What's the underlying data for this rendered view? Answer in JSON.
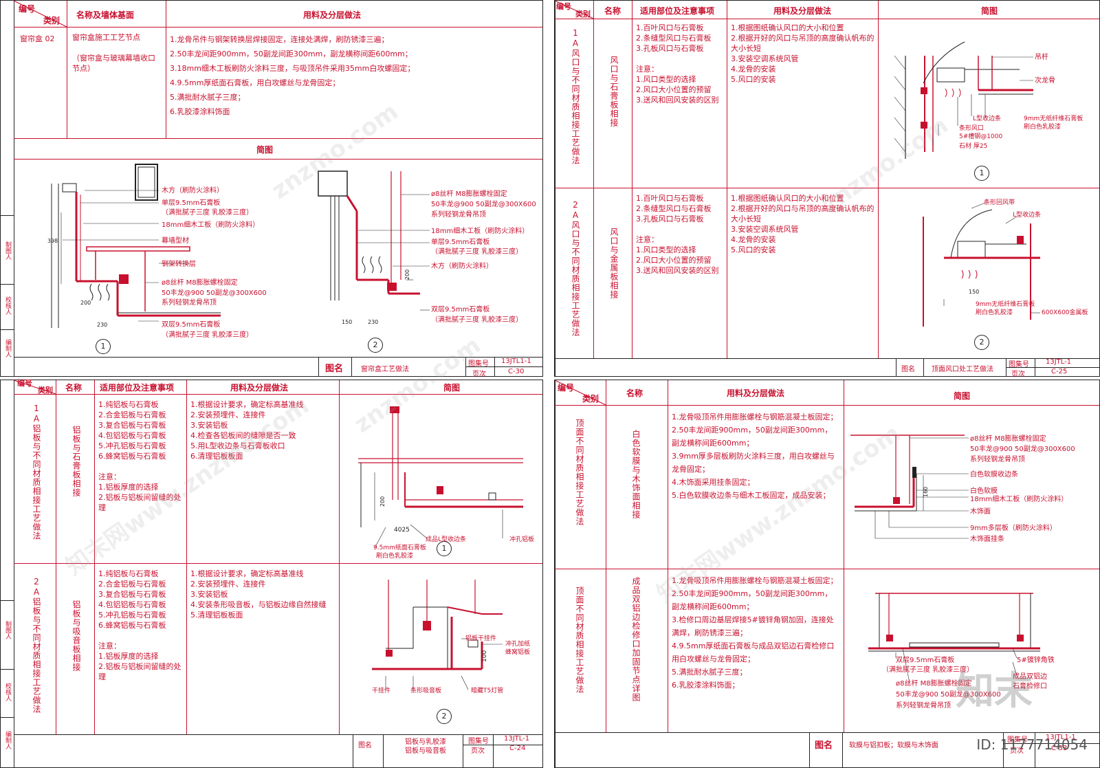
{
  "common": {
    "col_id": "编号",
    "col_cat": "类别",
    "col_name": "名称",
    "col_name_base": "名称及墙体基面",
    "col_scope": "适用部位及注意事项",
    "col_method": "用料及分层做法",
    "col_diagram": "简图",
    "side_draw": "制图人",
    "side_check": "校核人",
    "side_make": "编制人",
    "tuming": "图名",
    "tujihao": "图集号",
    "yeci": "页次",
    "atlas": "13JTL1-1",
    "atlas2": "13JTL-1",
    "n1": "1",
    "n2": "2"
  },
  "p1": {
    "id": "窗帘盒 02",
    "name": "窗帘盒施工工艺节点\n\n（窗帘盒与玻璃幕墙收口节点）",
    "method": "1.龙骨吊件与钢架转换层焊接固定，连接处满焊，刷防锈漆三遍；\n2.50丰龙间距900mm，50副龙间距300mm，副龙横称间距600mm；\n3.18mm细木工板刷防火涂料三度，与吸顶吊件采用35mm白攻螺固定；\n4.9.5mm厚纸面石膏板，用白攻螺丝与龙骨固定；\n5.满批耐水腻子三度；\n6.乳胶漆涂料饰面",
    "d1": [
      "木方（刷防火涂料）",
      "单层9.5mm石膏板",
      "（满批腻子三度 乳胶漆三度）",
      "18mm细木工板（刷防火涂料）",
      "幕墙型材",
      "钢架转换层",
      "ø8丝杆 M8膨胀螺栓固定",
      "50丰龙@900  50副龙@300X600",
      "系列轻钢龙骨吊顶",
      "双层9.5mm石膏板",
      "（满批腻子三度 乳胶漆三度）"
    ],
    "d1dim": [
      "398",
      "200",
      "230"
    ],
    "d2": [
      "ø8丝杆 M8膨胀螺栓固定",
      "50丰龙@900  50副龙@300X600",
      "系列轻钢龙骨吊顶",
      "18mm细木工板（刷防火涂料）",
      "单层9.5mm石膏板",
      "（满批腻子三度 乳胶漆三度）",
      "木方（刷防火涂料）",
      "双层9.5mm石膏板",
      "（满批腻子三度 乳胶漆三度）"
    ],
    "d2dim": [
      "200",
      "150",
      "230"
    ],
    "title": "窗帘盒工艺做法",
    "page": "C-30"
  },
  "p2": {
    "r1": {
      "id": "1A风口与不同材质相接工艺做法",
      "name": "风口与石膏板相接",
      "scope": "1.百叶风口与石膏板\n2.条缝型风口与石膏板\n3.孔板风口与石膏板\n\n注意：\n1.风口类型的选择\n2.风口大小位置的预留\n3.送风和回风安装的区别",
      "method": "1.根据图纸确认风口的大小和位置\n2.根据开好的风口与吊顶的高度确认帆布的大小长短\n3.安装空调系统风管\n4.龙骨的安装\n5.风口的安装",
      "labels": [
        "吊杆",
        "次龙骨",
        "L型收边条",
        "9mm无纸纤维石膏板",
        "刷白色乳胶漆",
        "条形风口",
        "5#槽钢@1000",
        "石材 厚25"
      ]
    },
    "r2": {
      "id": "2A风口与不同材质相接工艺做法",
      "name": "风口与金属板相接",
      "scope": "1.百叶风口与石膏板\n2.条缝型风口与石膏板\n3.孔板风口与石膏板\n\n注意：\n1.风口类型的选择\n2.风口大小位置的预留\n3.送风和回风安装的区别",
      "method": "1.根据图纸确认风口的大小和位置\n2.根据开好的风口与吊顶的高度确认帆布的大小长短\n3.安装空调系统风管\n4.龙骨的安装\n5.风口的安装",
      "labels": [
        "条形回风带",
        "L型收边条",
        "150",
        "9mm无纸纤维石膏板",
        "刷白色乳胶漆",
        "600X600金属板"
      ]
    },
    "title": "顶面风口处工艺做法",
    "page": "C-25"
  },
  "p3": {
    "r1": {
      "id": "1A铝板与不同材质相接工艺做法",
      "name": "铝板与石膏板相接",
      "scope": "1.纯铝板与石膏板\n2.合金铝板与石膏板\n3.复合铝板与石膏板\n4.包铝铝板与石膏板\n5.冲孔铝板与石膏板\n6.蜂窝铝板与石膏板\n\n注意：\n1.铝板厚度的选择\n2.铝板与铝板间留缝的处理",
      "method": "1.根据设计要求，确定标高基准线\n2.安装预埋件、连接件\n3.安装铝板\n4.检查各铝板间的缝隙是否一致\n5.用L型收边条与石膏板收口\n6.清理铝板板面",
      "labels": [
        "200",
        "4025",
        "成品L型收边条",
        "9.5mm纸面石膏板",
        "刷白色乳胶漆",
        "冲孔铝板"
      ]
    },
    "r2": {
      "id": "2A铝板与不同材质相接工艺做法",
      "name": "铝板与吸音板相接",
      "scope": "1.纯铝板与石膏板\n2.合金铝板与石膏板\n3.复合铝板与石膏板\n4.包铝铝板与石膏板\n5.冲孔铝板与石膏板\n6.蜂窝铝板与石膏板\n\n注意：\n1.铝板厚度的选择\n2.铝板与铝板间留缝的处理",
      "method": "1.根据设计要求，确定标高基准线\n2.安装预埋件、连接件\n3.安装铝板\n4.安装条形吸音板，与铝板边缘自然接缝\n5.清理铝板板面",
      "labels": [
        "铝板干挂件",
        "冲孔加纸",
        "蜂窝铝板",
        "100",
        "干挂件",
        "条形吸音板",
        "暗藏T5灯管"
      ]
    },
    "title1": "铝板与乳胶漆",
    "title2": "铝板与吸音板",
    "page": "C-24"
  },
  "p4": {
    "r1": {
      "id": "顶面不同材质相接工艺做法",
      "name": "白色软膜与木饰面相接",
      "method": "1.龙骨吸顶吊件用膨胀螺栓与钢筋混凝土板固定；\n2.50丰龙间距900mm，50副龙间距300mm，副龙横称间距600mm；\n3.9mm厚多层板刷防火涂料三度，用白攻螺丝与龙骨固定；\n4.木饰面采用挂条固定；\n5.白色软膜收边条与细木工板固定，成品安装；",
      "labels": [
        "ø8丝杆 M8膨胀螺栓固定",
        "50丰龙@900  50副龙@300X600",
        "系列轻钢龙骨吊顶",
        "白色软膜收边条",
        "白色软膜",
        "18mm细木工板（刷防火涂料）",
        "木饰面",
        "9mm多层板（刷防火涂料）",
        "木饰面挂条",
        "160"
      ]
    },
    "r2": {
      "id": "顶面不同材质相接工艺做法",
      "name": "成品双铝边检修口加固节点详图",
      "method": "1.龙骨吸顶吊件用膨胀螺栓与钢筋混凝土板固定；\n2.50丰龙间距900mm，50副龙间距300mm，副龙横称间距600mm；\n3.检修口周边基层焊接5#镀锌角钢加固，连接处满焊，刷防锈漆三遍；\n4.9.5mm厚纸面石膏板与成品双铝边石膏检修口用白攻螺丝与龙骨固定；\n5.满批耐水腻子三度；\n6.乳胶漆涂料饰面；",
      "labels": [
        "双层9.5mm石膏板",
        "（满批腻子三度 乳胶漆三度）",
        "5#镀锌角铁",
        "ø8丝杆 M8膨胀螺栓固定",
        "50丰龙@900  50副龙@300X600",
        "系列轻钢龙骨吊顶",
        "成品双铝边",
        "石膏检修口"
      ]
    },
    "title": "软膜与铝扣板；软膜与木饰面",
    "page": "C-33"
  },
  "watermark": {
    "site": "znzmo.com",
    "cn": "知末网www.znzmo.com",
    "logo": "知末",
    "id": "ID: 1177714054"
  },
  "colors": {
    "accent": "#c8102e",
    "line": "#222222"
  }
}
